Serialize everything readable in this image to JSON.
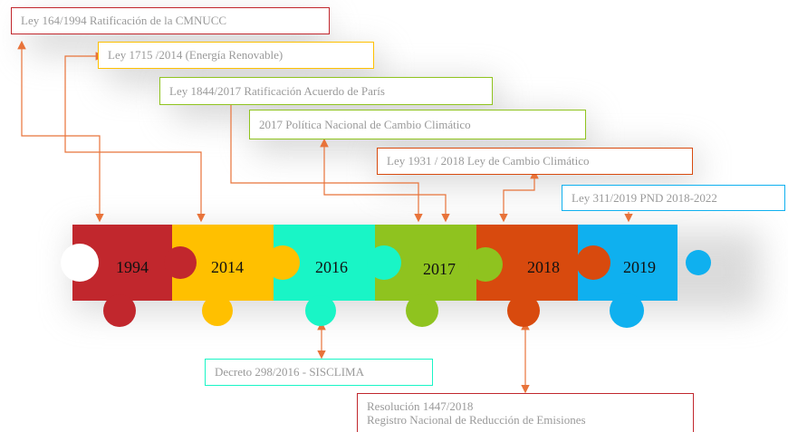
{
  "colors": {
    "arrow": "#e8733a",
    "red": "#c1272d",
    "yellow": "#ffc000",
    "teal": "#19f5c6",
    "green": "#8fc31f",
    "orange": "#d84a0e",
    "blue": "#0fb0ef"
  },
  "pieces": [
    {
      "year": "1994",
      "color": "#c1272d"
    },
    {
      "year": "2014",
      "color": "#ffc000"
    },
    {
      "year": "2016",
      "color": "#19f5c6"
    },
    {
      "year": "2017",
      "color": "#8fc31f"
    },
    {
      "year": "2018",
      "color": "#d84a0e"
    },
    {
      "year": "2019",
      "color": "#0fb0ef"
    }
  ],
  "labels": {
    "ley_164": "Ley 164/1994 Ratificación de la CMNUCC",
    "ley_1715": "Ley 1715 /2014 (Energía Renovable)",
    "ley_1844": "Ley 1844/2017 Ratificación Acuerdo de París",
    "politica_2017": "2017  Política Nacional de Cambio Climático",
    "ley_1931": "Ley 1931 / 2018 Ley de Cambio Climático",
    "ley_311": "Ley 311/2019 PND 2018-2022",
    "decreto_298": "Decreto 298/2016 - SISCLIMA",
    "resolucion_line1": "Resolución 1447/2018",
    "resolucion_line2": "Registro Nacional de Reducción de Emisiones"
  }
}
